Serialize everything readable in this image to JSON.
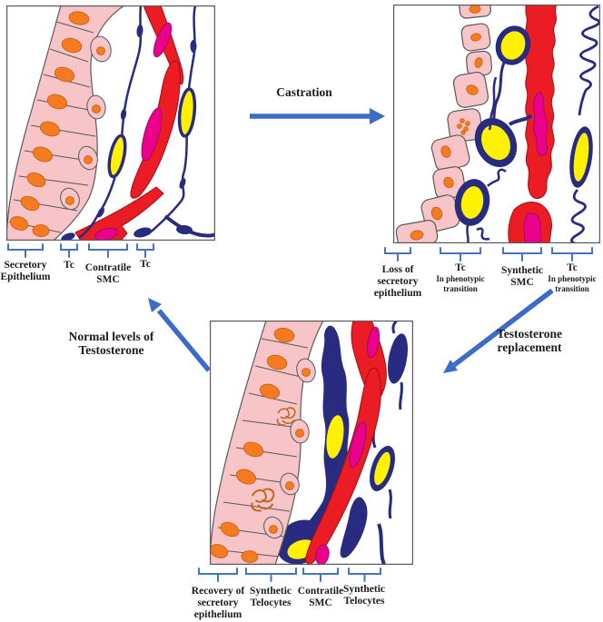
{
  "colors": {
    "background": "#FFFFFF",
    "epithelium_pink": "#F7C5C8",
    "nucleus_orange": "#F47B20",
    "smc_red": "#EC1C24",
    "smc_nucleus_magenta": "#EB008B",
    "telocyte_navy": "#282B80",
    "telocyte_nucleus_yellow": "#FFF100",
    "arrow_blue": "#3B6CC7",
    "bracket_blue": "#4472C4",
    "panel_border_gray": "#58595B",
    "label_text": "#1B1B1B"
  },
  "arrows": {
    "castration": {
      "lines": [
        "Castration"
      ]
    },
    "testosterone_replacement": {
      "lines": [
        "Testosterone",
        "replacement"
      ]
    },
    "normal_levels": {
      "lines": [
        "Normal levels of",
        "Testosterone"
      ]
    }
  },
  "panels": {
    "normal": {
      "labels": [
        {
          "lines": [
            "Secretory",
            "Epithelium"
          ]
        },
        {
          "lines": [
            "Tc"
          ]
        },
        {
          "lines": [
            "Contratile",
            "SMC"
          ]
        },
        {
          "lines": [
            "Tc"
          ]
        }
      ]
    },
    "castrated": {
      "labels": [
        {
          "lines": [
            "Loss of",
            "secretory",
            "epithelium"
          ]
        },
        {
          "lines": [
            "Tc"
          ],
          "sub": [
            "In phenotypic",
            "transition"
          ]
        },
        {
          "lines": [
            "Synthetic",
            "SMC"
          ]
        },
        {
          "lines": [
            "Tc"
          ],
          "sub": [
            "In phenotypic",
            "transition"
          ]
        }
      ]
    },
    "recovered": {
      "labels": [
        {
          "lines": [
            "Recovery of",
            "secretory",
            "epithelium"
          ]
        },
        {
          "lines": [
            "Synthetic",
            "Telocytes"
          ]
        },
        {
          "lines": [
            "Contratile",
            "SMC"
          ]
        },
        {
          "lines": [
            "Synthetic",
            "Telocytes"
          ]
        }
      ]
    }
  }
}
